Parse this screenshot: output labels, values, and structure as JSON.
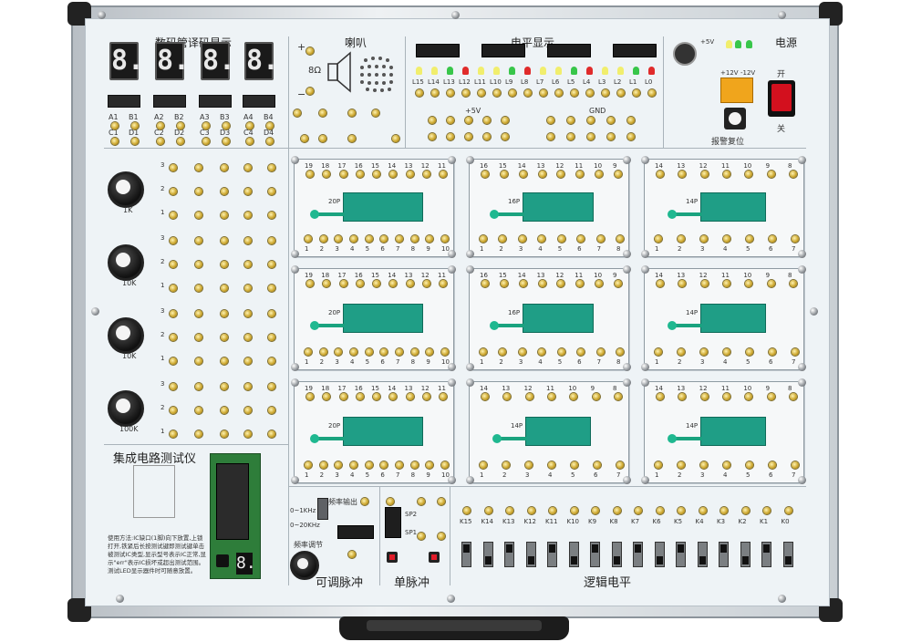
{
  "board": {
    "frame_color": "#c9cfd4",
    "panel_color": "#eef3f6",
    "jack_color": "#c9a227"
  },
  "digital_tube": {
    "title": "数码管译码显示",
    "digits": [
      "8.",
      "8.",
      "8.",
      "8."
    ],
    "pin_row_a": [
      "A1",
      "B1",
      "A2",
      "B2",
      "A3",
      "B3",
      "A4",
      "B4"
    ],
    "pin_row_b": [
      "C1",
      "D1",
      "C2",
      "D2",
      "C3",
      "D3",
      "C4",
      "D4"
    ]
  },
  "speaker": {
    "title": "喇叭",
    "impedance": "8Ω",
    "plus": "+",
    "minus": "−"
  },
  "level_display": {
    "title": "电平显示",
    "led_labels": [
      "L15",
      "L14",
      "L13",
      "L12",
      "L11",
      "L10",
      "L9",
      "L8",
      "L7",
      "L6",
      "L5",
      "L4",
      "L3",
      "L2",
      "L1",
      "L0"
    ],
    "rail_plus": "+5V",
    "rail_gnd": "GND"
  },
  "power": {
    "title": "电源",
    "on_label": "开",
    "off_label": "关",
    "alarm_label": "报警复位",
    "rails": [
      "+5V",
      "+12V",
      "-12V"
    ]
  },
  "potentiometers": {
    "values": [
      "1K",
      "10K",
      "10K",
      "100K"
    ],
    "pin_labels": [
      "3",
      "2",
      "1"
    ]
  },
  "ic_sockets": {
    "row1": [
      "20P",
      "16P",
      "14P"
    ],
    "row2": [
      "20P",
      "16P",
      "14P"
    ],
    "row3": [
      "20P",
      "14P",
      "14P"
    ],
    "top_pins_20": [
      "19",
      "18",
      "17",
      "16",
      "15",
      "14",
      "13",
      "12",
      "11"
    ],
    "top_pins_16": [
      "16",
      "15",
      "14",
      "13",
      "12",
      "11",
      "10",
      "9"
    ],
    "top_pins_14": [
      "14",
      "13",
      "12",
      "11",
      "10",
      "9",
      "8"
    ],
    "bottom_pins_20": [
      "1",
      "2",
      "3",
      "4",
      "5",
      "6",
      "7",
      "8",
      "9",
      "10"
    ],
    "bottom_pins_16": [
      "1",
      "2",
      "3",
      "4",
      "5",
      "6",
      "7",
      "8"
    ],
    "bottom_pins_14": [
      "1",
      "2",
      "3",
      "4",
      "5",
      "6",
      "7"
    ]
  },
  "ic_tester": {
    "title": "集成电路测试仪",
    "instructions": "使用方法:IC缺口(1脚)向下放置,上锁打开,铁紧后长按测试键即测试键单击被测试IC类型,显示型号表示IC正常,显示\"err\"表示IC损坏或超出测试范围。测试LED显示器件时可随意放置。",
    "display": "8."
  },
  "adjustable_pulse": {
    "title": "可调脉冲",
    "freq_out": "频率输出",
    "freq_adj": "频率调节",
    "range_low": "0~1KHz",
    "range_high": "0~20KHz"
  },
  "single_pulse": {
    "title": "单脉冲",
    "labels": [
      "SP2",
      "SP1"
    ]
  },
  "logic_level": {
    "title": "逻辑电平",
    "keys": [
      "K15",
      "K14",
      "K13",
      "K12",
      "K11",
      "K10",
      "K9",
      "K8",
      "K7",
      "K6",
      "K5",
      "K4",
      "K3",
      "K2",
      "K1",
      "K0"
    ]
  }
}
